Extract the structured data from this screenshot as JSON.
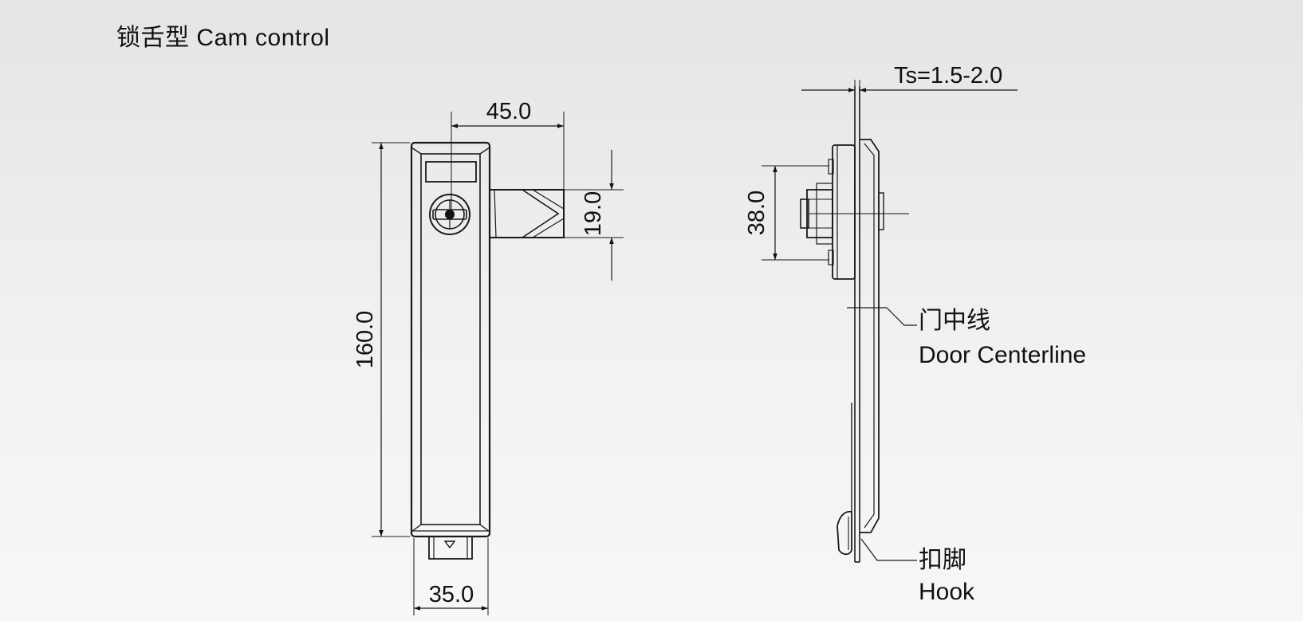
{
  "title": "锁舌型 Cam control",
  "dimensions": {
    "width_cam": "45.0",
    "height_total": "160.0",
    "cam_height": "19.0",
    "width_base": "35.0",
    "side_height": "38.0",
    "thickness": "Ts=1.5-2.0"
  },
  "labels": {
    "centerline_cn": "门中线",
    "centerline_en": "Door Centerline",
    "hook_cn": "扣脚",
    "hook_en": "Hook"
  }
}
